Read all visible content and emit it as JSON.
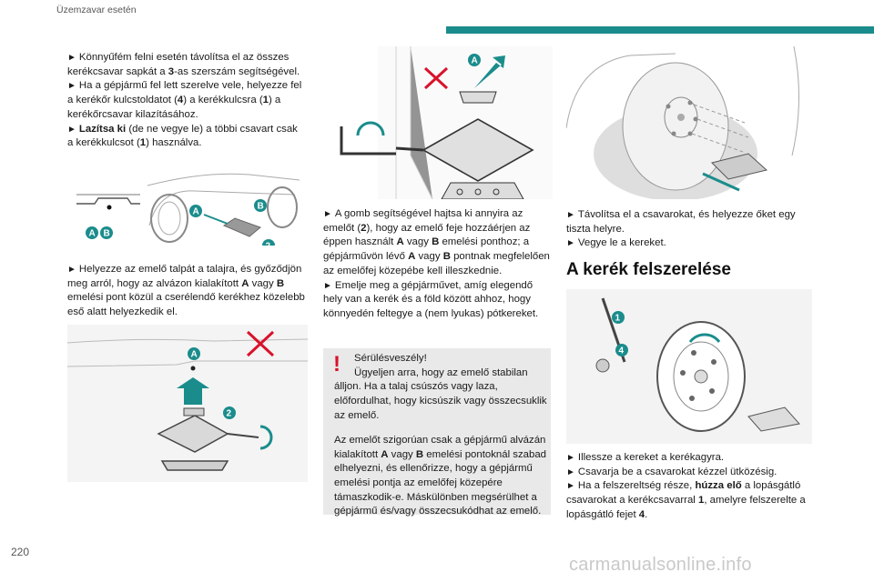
{
  "header": {
    "section_title": "Üzemzavar esetén"
  },
  "page_number": "220",
  "watermark": "carmanualsonline.info",
  "col1": {
    "p1_a": "Könnyűfém felni esetén távolítsa el az összes kerékcsavar sapkát a ",
    "p1_b": "3",
    "p1_c": "-as szerszám segítségével.",
    "p2_a": "Ha a gépjármű fel lett szerelve vele, helyezze fel a kerékőr kulcstoldatot (",
    "p2_b": "4",
    "p2_c": ") a kerékkulcsra (",
    "p2_d": "1",
    "p2_e": ") a kerékőrcsavar kilazításához.",
    "p3_a": "Lazítsa ki",
    "p3_b": " (de ne vegye le) a többi csavart csak a kerékkulcsot (",
    "p3_c": "1",
    "p3_d": ") használva.",
    "p4_a": "Helyezze az emelő talpát a talajra, és győződjön meg arról, hogy az alvázon kialakított ",
    "p4_b": "A",
    "p4_c": " vagy ",
    "p4_d": "B",
    "p4_e": " emelési pont közül a cserélendő kerékhez közelebb eső alatt helyezkedik el."
  },
  "col2": {
    "p1_a": "A gomb segítségével hajtsa ki annyira az emelőt (",
    "p1_b": "2",
    "p1_c": "), hogy az emelő feje hozzáérjen az éppen használt ",
    "p1_d": "A",
    "p1_e": " vagy ",
    "p1_f": "B",
    "p1_g": " emelési ponthoz; a gépjárművön lévő ",
    "p1_h": "A",
    "p1_i": " vagy ",
    "p1_j": "B",
    "p1_k": " pontnak megfelelően az emelőfej közepébe kell illeszkednie.",
    "p2": "Emelje meg a gépjárművet, amíg elegendő hely van a kerék és a föld között ahhoz, hogy könnyedén feltegye a (nem lyukas) pótkereket."
  },
  "warning": {
    "title": "Sérülésveszély!",
    "l1": "Ügyeljen arra, hogy az emelő stabilan álljon. Ha a talaj csúszós vagy laza, előfordulhat, hogy kicsúszik vagy összecsuklik az emelő.",
    "l2_a": "Az emelőt szigorúan csak a gépjármű alvázán kialakított ",
    "l2_b": "A",
    "l2_c": " vagy ",
    "l2_d": "B",
    "l2_e": " emelési pontoknál szabad elhelyezni, és ellenőrizze, hogy a gépjármű emelési pontja az emelőfej közepére támaszkodik-e. Máskülönben megsérülhet a gépjármű és/vagy összecsukódhat az emelő."
  },
  "col3": {
    "p1": "Távolítsa el a csavarokat, és helyezze őket egy tiszta helyre.",
    "p2": "Vegye le a kereket.",
    "heading": "A kerék felszerelése",
    "p3": "Illessze a kereket a kerékagyra.",
    "p4": "Csavarja be a csavarokat kézzel ütközésig.",
    "p5_a": "Ha a felszereltség része, ",
    "p5_b": "húzza elő",
    "p5_c": " a lopásgátló csavarokat a kerékcsavarral ",
    "p5_d": "1",
    "p5_e": ", amelyre felszerelte a lopásgátló fejet ",
    "p5_f": "4",
    "p5_g": "."
  },
  "arrow_glyph": "►",
  "warning_glyph": "!",
  "figure_labels": {
    "A": "A",
    "B": "B",
    "n1": "1",
    "n2": "2",
    "n4": "4"
  },
  "colors": {
    "accent": "#1b8c8c",
    "warning_red": "#d9122b",
    "box_grey": "#e9e9e9"
  }
}
